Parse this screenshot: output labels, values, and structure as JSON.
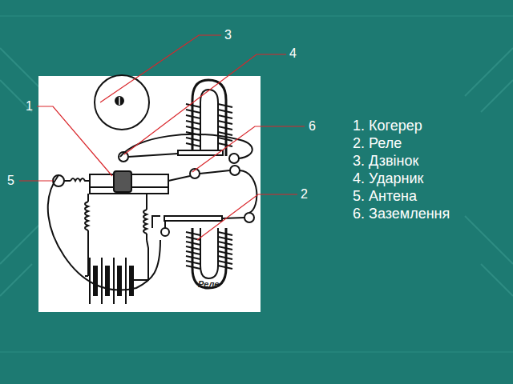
{
  "diagram": {
    "labels": [
      "3",
      "4",
      "1",
      "6",
      "5",
      "2",
      "Реле",
      "1. Когерер",
      "2. Реле",
      "3. Дзвінок",
      "4. Ударник",
      "5. Антена",
      "6. Заземлення"
    ]
  }
}
